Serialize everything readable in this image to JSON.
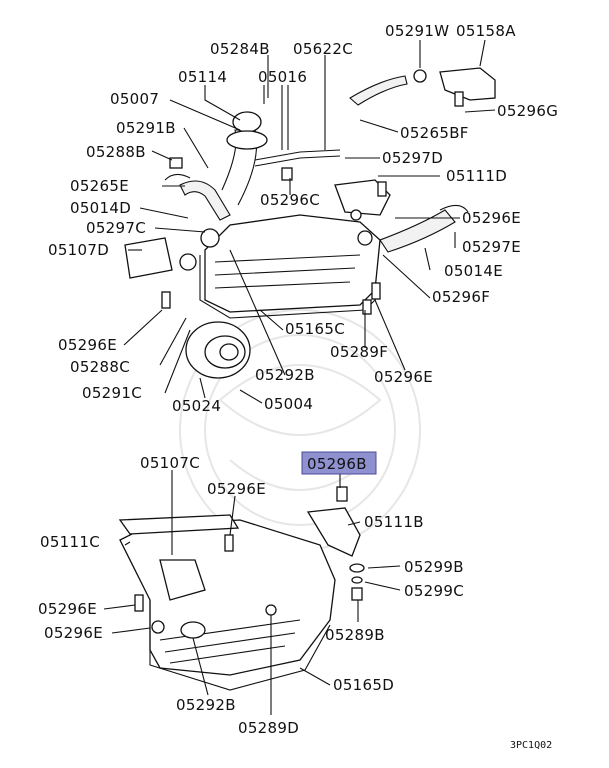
{
  "diagram": {
    "highlight_color": "#8e90cf",
    "figure_code": "3PC1Q02",
    "labels": {
      "05291W": "05291W",
      "05158A": "05158A",
      "05284B": "05284B",
      "05622C": "05622C",
      "05114": "05114",
      "05016": "05016",
      "05007": "05007",
      "05296G": "05296G",
      "05291B": "05291B",
      "05265BF": "05265BF",
      "05288B": "05288B",
      "05297D": "05297D",
      "05265E": "05265E",
      "05111D": "05111D",
      "05296C": "05296C",
      "05014D": "05014D",
      "05296E_top": "05296E",
      "05297C": "05297C",
      "05297E": "05297E",
      "05107D": "05107D",
      "05014E": "05014E",
      "05296F": "05296F",
      "05296E_left": "05296E",
      "05165C": "05165C",
      "05288C": "05288C",
      "05289F": "05289F",
      "05292B_top": "05292B",
      "05296E_right": "05296E",
      "05291C": "05291C",
      "05024": "05024",
      "05004": "05004",
      "05107C": "05107C",
      "05296B": "05296B",
      "05296E_lower": "05296E",
      "05111B": "05111B",
      "05111C": "05111C",
      "05299B": "05299B",
      "05296E_ll1": "05296E",
      "05299C": "05299C",
      "05296E_ll2": "05296E",
      "05289B": "05289B",
      "05165D": "05165D",
      "05292B_bottom": "05292B",
      "05289D": "05289D"
    }
  }
}
